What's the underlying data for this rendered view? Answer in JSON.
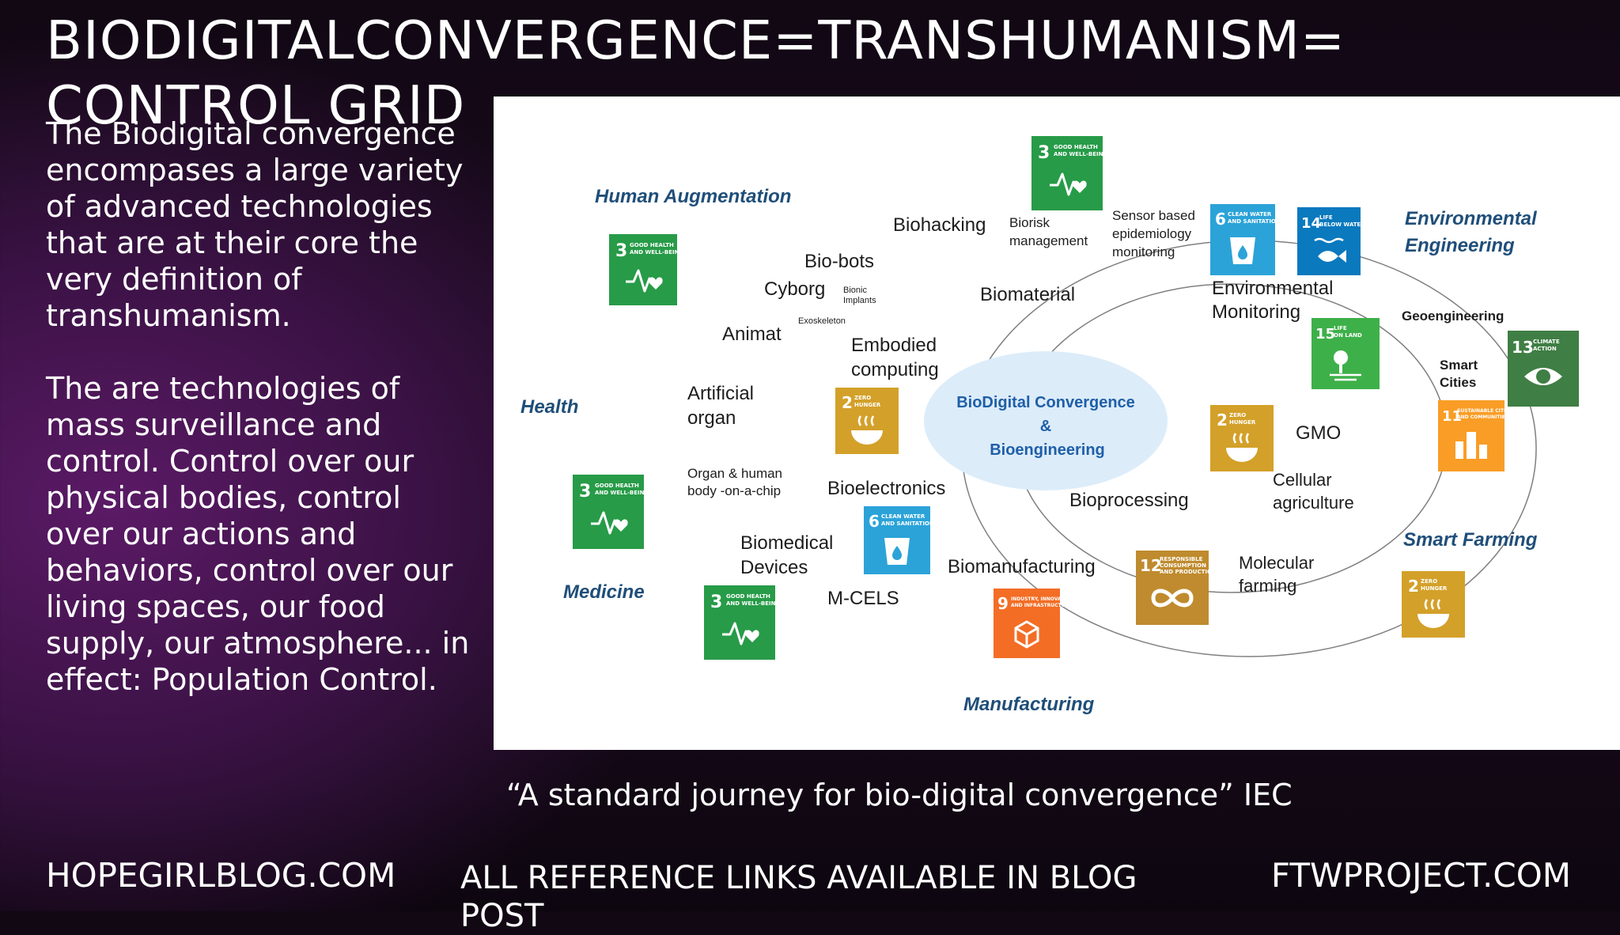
{
  "slide": {
    "title": "BIODIGITALCONVERGENCE=TRANSHUMANISM= CONTROL GRID",
    "paragraphs": [
      "The Biodigital convergence encompases a large variety of advanced technologies that are at their core the very definition of transhumanism.",
      "The are technologies of mass surveillance and control. Control over our physical bodies, control over our actions and behaviors, control over our living spaces, our food supply, our atmosphere... in effect: Population Control."
    ],
    "caption": "“A standard journey for bio-digital convergence”  IEC",
    "footer": {
      "left": "HOPEGIRLBLOG.COM",
      "center": "ALL REFERENCE LINKS AVAILABLE IN BLOG POST",
      "right": "FTWPROJECT.COM"
    }
  },
  "diagram": {
    "center": [
      "BioDigital Convergence",
      "&",
      "Bioengineering"
    ],
    "categories": {
      "human_augmentation": "Human Augmentation",
      "environmental": [
        "Environmental",
        "Engineering"
      ],
      "health": "Health",
      "medicine": "Medicine",
      "smart_farming": "Smart Farming",
      "manufacturing": "Manufacturing"
    },
    "terms": {
      "biohacking": "Biohacking",
      "biorisk": [
        "Biorisk",
        "management"
      ],
      "sensor": [
        "Sensor based",
        "epidemiology",
        "monitoring"
      ],
      "biobots": "Bio-bots",
      "cyborg": "Cyborg",
      "bionic": [
        "Bionic",
        "Implants"
      ],
      "exoskeleton": "Exoskeleton",
      "animat": "Animat",
      "biomaterial": "Biomaterial",
      "env_monitoring": [
        "Environmental",
        "Monitoring"
      ],
      "geoengineering": "Geoengineering",
      "smart_cities": [
        "Smart",
        "Cities"
      ],
      "embodied": [
        "Embodied",
        "computing"
      ],
      "artificial_organ": [
        "Artificial",
        "organ"
      ],
      "organ_chip": [
        "Organ & human",
        "body -on-a-chip"
      ],
      "gmo": "GMO",
      "cellular": [
        "Cellular",
        "agriculture"
      ],
      "bioelectronics": "Bioelectronics",
      "bioprocessing": "Bioprocessing",
      "biomedical": [
        "Biomedical",
        "Devices"
      ],
      "biomanufacturing": "Biomanufacturing",
      "molecular": [
        "Molecular",
        "farming"
      ],
      "mcels": "M-CELS"
    },
    "sdg": {
      "good_health": {
        "num": "3",
        "text": [
          "GOOD HEALTH",
          "AND WELL-BEING"
        ],
        "color": "#279b48"
      },
      "zero_hunger": {
        "num": "2",
        "text": [
          "ZERO",
          "HUNGER"
        ],
        "color": "#d3a029"
      },
      "clean_water": {
        "num": "6",
        "text": [
          "CLEAN WATER",
          "AND SANITATION"
        ],
        "color": "#2ba3d8"
      },
      "life_below_water": {
        "num": "14",
        "text": [
          "LIFE",
          "BELOW WATER"
        ],
        "color": "#0a79be"
      },
      "life_on_land": {
        "num": "15",
        "text": [
          "LIFE",
          "ON LAND"
        ],
        "color": "#3eb049"
      },
      "climate_action": {
        "num": "13",
        "text": [
          "CLIMATE",
          "ACTION"
        ],
        "color": "#3f7e44"
      },
      "sustainable_cities": {
        "num": "11",
        "text": [
          "SUSTAINABLE CITIES",
          "AND COMMUNITIES"
        ],
        "color": "#f99d26"
      },
      "responsible_consumption": {
        "num": "12",
        "text": [
          "RESPONSIBLE",
          "CONSUMPTION",
          "AND PRODUCTION"
        ],
        "color": "#bf8b2e"
      },
      "industry": {
        "num": "9",
        "text": [
          "INDUSTRY, INNOVATION",
          "AND INFRASTRUCTURE"
        ],
        "color": "#f36d25"
      }
    }
  }
}
